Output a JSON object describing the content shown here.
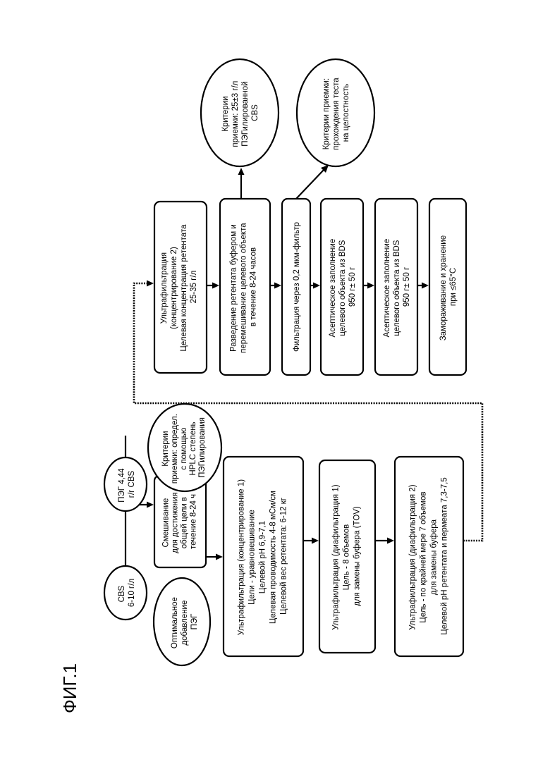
{
  "figure_label": "ФИГ.1",
  "inputs": {
    "peg_addition": [
      "Оптимальное",
      "добавление",
      "ПЭГ"
    ],
    "cbs": [
      "CBS",
      "6-10 г/л"
    ],
    "peg_ratio": [
      "ПЭГ 4,44",
      "г/г CBS"
    ]
  },
  "mixing": [
    "Смешивание",
    "для достижения",
    "общей цели в",
    "течение 8-24 ч"
  ],
  "criteria_hplc": [
    "Критерии",
    "приемки: определ.",
    "с помощью",
    "HPLC степень",
    "ПЭГилирования"
  ],
  "uf_conc1": [
    "Ультрафильтрация (концентрирование 1)",
    "Цели - уравновешивание",
    "Целевой pH 6,9-7,1",
    "Целевая проводимость 4-8 мСм/см",
    "Целевой вес ретентата: 6-12 кг"
  ],
  "diafiltration1": [
    "Ультрафильтрация (диафильтрация 1)",
    "Цель - 8 объемов",
    "для замены буфера (TOV)"
  ],
  "diafiltration2": [
    "Ультрафильтрация (диафильтрация 2)",
    "Цель - по крайней мере 7 объемов",
    "для замены буфера",
    "Целевой pH ретентата и пермеата 7,3-7,5"
  ],
  "uf_conc2": [
    "Ультрафильтрация",
    "(концентрирование 2)",
    "Целевая концентрация ретентата",
    "25-35 г/л"
  ],
  "dilution": [
    "Разведение ретентата буфером и",
    "перемешивание целевого объекта",
    "в течение 8-24 часов"
  ],
  "filtration": [
    "Фильтрация через 0,2 мкм-фильтр"
  ],
  "aseptic1": [
    "Асептическое заполнение",
    "целевого объекта из BDS",
    "950 г± 50 г"
  ],
  "aseptic2": [
    "Асептическое заполнение",
    "целевого объекта из BDS",
    "950 г± 50 г"
  ],
  "freeze": [
    "Замораживание и хранение",
    "при ≤65°C"
  ],
  "criteria_conc": [
    "Критерии",
    "приемки: 25±3 г/л",
    "ПЭГилированной",
    "CBS"
  ],
  "criteria_integrity": [
    "Критерии приемки:",
    "прохождения теста",
    "на целостность"
  ]
}
